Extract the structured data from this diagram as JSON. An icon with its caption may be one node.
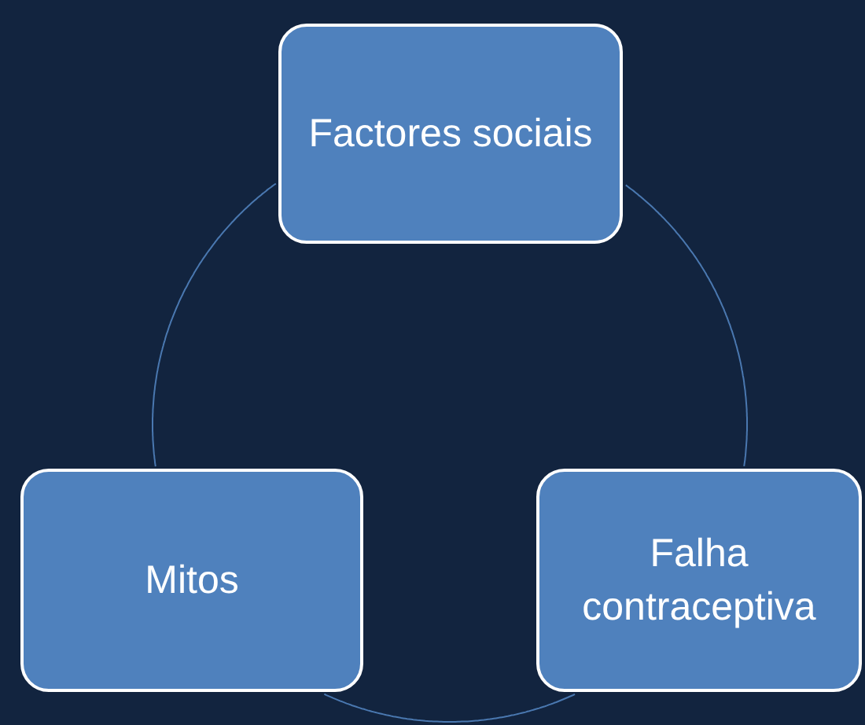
{
  "diagram": {
    "nodes": [
      {
        "text": [
          "Factores sociais"
        ]
      },
      {
        "text": [
          "Falha contraceptiva"
        ]
      },
      {
        "text": [
          "Mitos"
        ]
      }
    ],
    "edges": [
      {
        "from": 0,
        "to": 1,
        "arrow": "none"
      },
      {
        "from": 1,
        "to": 2,
        "arrow": "none"
      },
      {
        "from": 2,
        "to": 0,
        "arrow": "none"
      }
    ]
  }
}
